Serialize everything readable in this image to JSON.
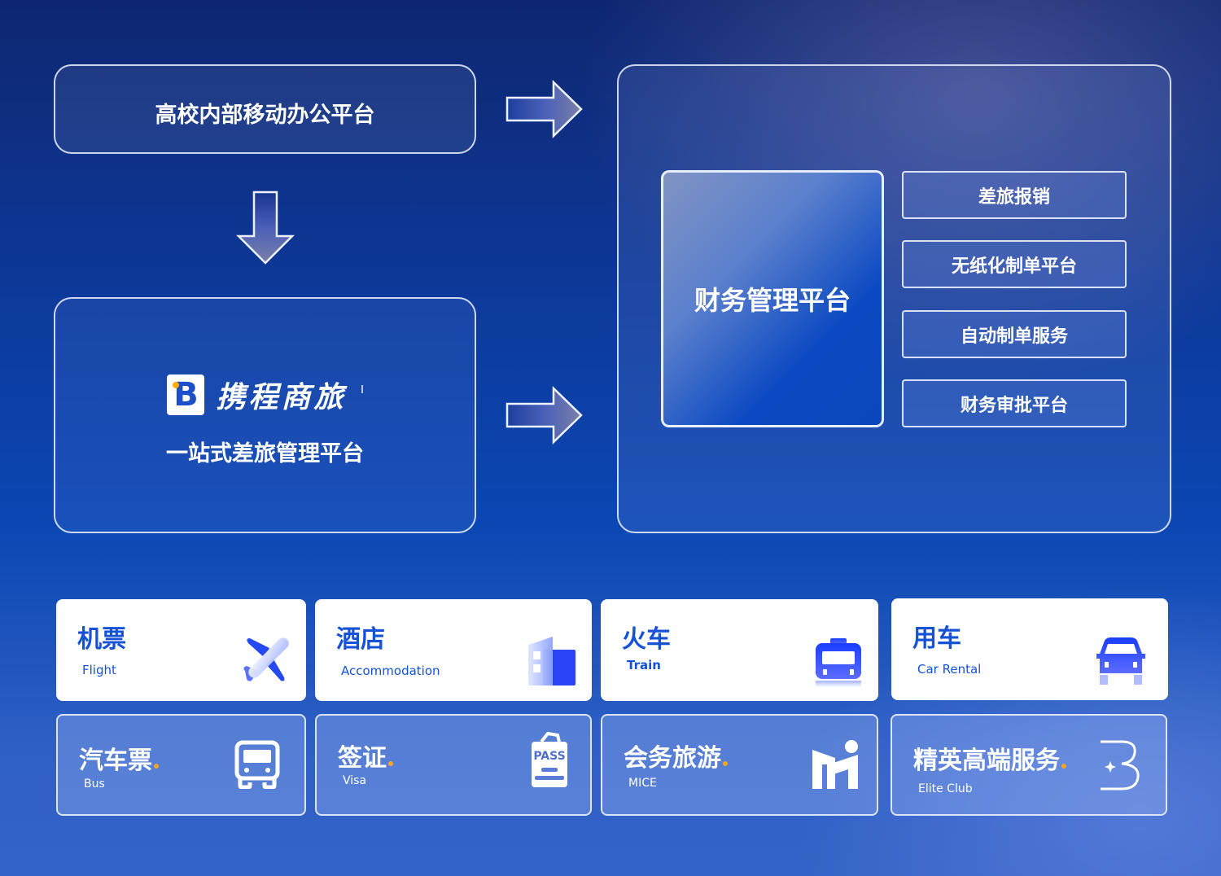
{
  "colors": {
    "background_top": "#0e2670",
    "background_bottom": "#3563c7",
    "white_card_text": "#1552d6",
    "icon_blue": "#2a4cff",
    "accent_dot": "#f5a623",
    "border": "#ebf0ff"
  },
  "top_left_box": {
    "title": "高校内部移动办公平台"
  },
  "ctrip_box": {
    "brand_name": "携程商旅",
    "logo_glyph": "B",
    "subtitle": "一站式差旅管理平台"
  },
  "finance_box": {
    "main_title": "财务管理平台",
    "items": [
      {
        "label": "差旅报销"
      },
      {
        "label": "无纸化制单平台"
      },
      {
        "label": "自动制单服务"
      },
      {
        "label": "财务审批平台"
      }
    ]
  },
  "arrows": [
    {
      "direction": "right",
      "from": "高校内部移动办公平台",
      "to": "财务管理平台"
    },
    {
      "direction": "down",
      "from": "高校内部移动办公平台",
      "to": "携程商旅"
    },
    {
      "direction": "right",
      "from": "携程商旅",
      "to": "财务管理平台"
    }
  ],
  "services": {
    "row1": [
      {
        "zh": "机票",
        "en": "Flight",
        "icon": "airplane-icon"
      },
      {
        "zh": "酒店",
        "en": "Accommodation",
        "icon": "hotel-building-icon"
      },
      {
        "zh": "火车",
        "en": "Train",
        "icon": "train-icon"
      },
      {
        "zh": "用车",
        "en": "Car Rental",
        "icon": "car-icon"
      }
    ],
    "row2": [
      {
        "zh": "汽车票",
        "en": "Bus",
        "icon": "bus-icon"
      },
      {
        "zh": "签证",
        "en": "Visa",
        "icon": "pass-tag-icon",
        "icon_text": "PASS"
      },
      {
        "zh": "会务旅游",
        "en": "MICE",
        "icon": "mice-logo-icon"
      },
      {
        "zh": "精英高端服务",
        "en": "Elite Club",
        "icon": "elite-b-sparkle-icon",
        "icon_text": "B"
      }
    ]
  }
}
